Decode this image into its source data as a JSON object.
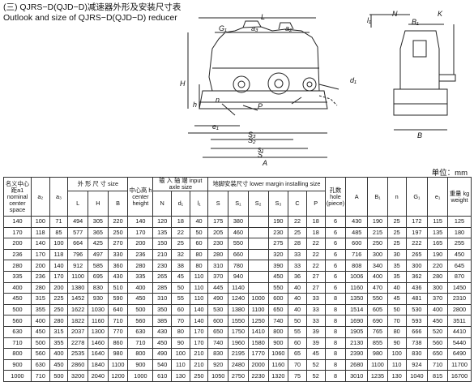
{
  "title_cn": "(三) QJRS−D(QJD−D)减速器外形及安装尺寸表",
  "title_en": "Outlook and size of QJRS−D(QJD−D) reducer",
  "unit_label": "单位：mm",
  "drawing_labels": {
    "L": "L",
    "G1": "G₁",
    "a3": "a₃",
    "a2": "a₂",
    "H": "H",
    "h": "h",
    "n": "n",
    "P": "P",
    "e1": "e₁",
    "S3": "S₃",
    "S2": "S₂",
    "s1": "s₁",
    "S": "S",
    "A": "A",
    "l1": "l₁",
    "N": "N",
    "K": "K",
    "B1": "B₁",
    "d1": "d₁",
    "B": "B"
  },
  "table": {
    "h_nominal": "名义中心距a1 nominal center space",
    "h_a2": "a₂",
    "h_a3": "a₃",
    "h_size": "外 形 尺 寸 size",
    "h_center": "中心高 h center height",
    "h_input": "输 入 轴 端 input axle size",
    "h_footing": "地脚安装尺寸 lower margin installing size",
    "h_hole": "孔数 hole (piece)",
    "h_A": "A",
    "h_B1": "B₁",
    "h_n": "n",
    "h_G1": "G₁",
    "h_e1": "e₁",
    "h_weight": "重量 kg weight",
    "h_L": "L",
    "h_H": "H",
    "h_B": "B",
    "h_N": "N",
    "h_d1": "d₁",
    "h_l1": "l₁",
    "h_S": "S",
    "h_S1": "S₁",
    "h_S2": "S₂",
    "h_S3": "S₃",
    "h_C": "C",
    "h_P": "P",
    "rows": [
      [
        "140",
        "100",
        "71",
        "494",
        "305",
        "220",
        "140",
        "120",
        "18",
        "40",
        "175",
        "380",
        "",
        "190",
        "22",
        "18",
        "6",
        "430",
        "190",
        "25",
        "172",
        "115",
        "125"
      ],
      [
        "170",
        "118",
        "85",
        "577",
        "365",
        "250",
        "170",
        "135",
        "22",
        "50",
        "205",
        "460",
        "",
        "230",
        "25",
        "18",
        "6",
        "485",
        "215",
        "25",
        "197",
        "135",
        "180"
      ],
      [
        "200",
        "140",
        "100",
        "664",
        "425",
        "270",
        "200",
        "150",
        "25",
        "60",
        "230",
        "550",
        "",
        "275",
        "28",
        "22",
        "6",
        "600",
        "250",
        "25",
        "222",
        "165",
        "255"
      ],
      [
        "236",
        "170",
        "118",
        "796",
        "497",
        "330",
        "236",
        "210",
        "32",
        "80",
        "280",
        "660",
        "",
        "320",
        "33",
        "22",
        "6",
        "716",
        "300",
        "30",
        "265",
        "190",
        "450"
      ],
      [
        "280",
        "200",
        "140",
        "912",
        "585",
        "360",
        "280",
        "230",
        "38",
        "80",
        "310",
        "780",
        "",
        "390",
        "33",
        "22",
        "6",
        "808",
        "340",
        "35",
        "300",
        "220",
        "645"
      ],
      [
        "335",
        "236",
        "170",
        "1100",
        "695",
        "430",
        "335",
        "265",
        "45",
        "110",
        "370",
        "940",
        "",
        "450",
        "36",
        "27",
        "6",
        "1006",
        "400",
        "35",
        "362",
        "280",
        "870"
      ],
      [
        "400",
        "280",
        "200",
        "1380",
        "830",
        "510",
        "400",
        "285",
        "50",
        "110",
        "445",
        "1140",
        "",
        "550",
        "40",
        "27",
        "6",
        "1160",
        "470",
        "40",
        "436",
        "300",
        "1450"
      ],
      [
        "450",
        "315",
        "225",
        "1452",
        "930",
        "590",
        "450",
        "310",
        "55",
        "110",
        "490",
        "1240",
        "1000",
        "600",
        "40",
        "33",
        "8",
        "1350",
        "550",
        "45",
        "481",
        "370",
        "2310"
      ],
      [
        "500",
        "355",
        "250",
        "1622",
        "1030",
        "640",
        "500",
        "350",
        "60",
        "140",
        "530",
        "1380",
        "1100",
        "650",
        "40",
        "33",
        "8",
        "1514",
        "605",
        "50",
        "530",
        "400",
        "2800"
      ],
      [
        "560",
        "400",
        "280",
        "1822",
        "1160",
        "710",
        "560",
        "385",
        "70",
        "140",
        "600",
        "1550",
        "1250",
        "740",
        "50",
        "33",
        "8",
        "1690",
        "690",
        "70",
        "593",
        "450",
        "3511"
      ],
      [
        "630",
        "450",
        "315",
        "2037",
        "1300",
        "770",
        "630",
        "430",
        "80",
        "170",
        "650",
        "1750",
        "1410",
        "800",
        "55",
        "39",
        "8",
        "1905",
        "765",
        "80",
        "666",
        "520",
        "4410"
      ],
      [
        "710",
        "500",
        "355",
        "2278",
        "1460",
        "860",
        "710",
        "450",
        "90",
        "170",
        "740",
        "1960",
        "1580",
        "900",
        "60",
        "39",
        "8",
        "2130",
        "855",
        "90",
        "738",
        "560",
        "5440"
      ],
      [
        "800",
        "560",
        "400",
        "2535",
        "1640",
        "980",
        "800",
        "490",
        "100",
        "210",
        "830",
        "2195",
        "1770",
        "1060",
        "65",
        "45",
        "8",
        "2390",
        "980",
        "100",
        "830",
        "650",
        "6490"
      ],
      [
        "900",
        "630",
        "450",
        "2860",
        "1840",
        "1100",
        "900",
        "540",
        "110",
        "210",
        "920",
        "2480",
        "2000",
        "1160",
        "70",
        "52",
        "8",
        "2680",
        "1100",
        "110",
        "924",
        "710",
        "11700"
      ],
      [
        "1000",
        "710",
        "500",
        "3200",
        "2040",
        "1200",
        "1000",
        "610",
        "130",
        "250",
        "1050",
        "2750",
        "2230",
        "1320",
        "75",
        "52",
        "8",
        "3010",
        "1235",
        "130",
        "1040",
        "815",
        "16700"
      ]
    ]
  }
}
